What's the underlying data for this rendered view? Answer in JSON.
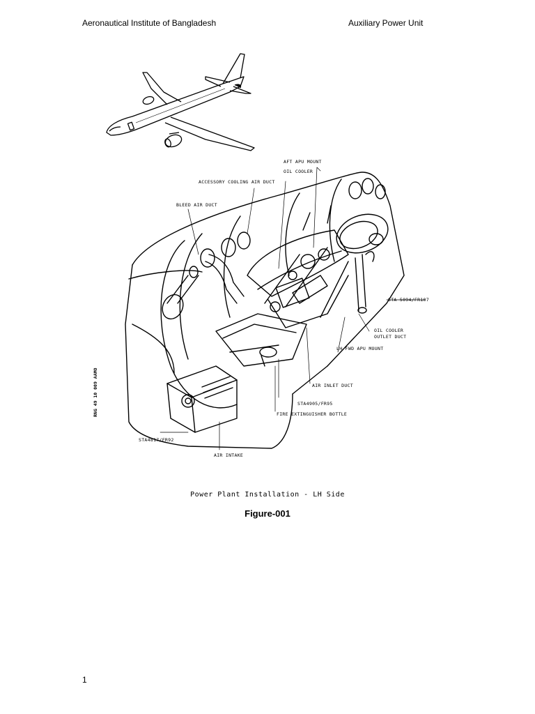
{
  "header": {
    "left": "Aeronautical Institute of Bangladesh",
    "right": "Auxiliary Power Unit"
  },
  "figure": {
    "callouts": {
      "aft_apu_mount": "AFT APU MOUNT",
      "oil_cooler": "OIL COOLER",
      "accessory_cooling_air_duct": "ACCESSORY COOLING AIR DUCT",
      "bleed_air_duct": "BLEED AIR DUCT",
      "sta_5094": "STA 5094/FR107",
      "oil_cooler_outlet_duct_1": "OIL COOLER",
      "oil_cooler_outlet_duct_2": "OUTLET DUCT",
      "lh_fwd_apu_mount": "LH FWD APU MOUNT",
      "air_inlet_duct": "AIR INLET DUCT",
      "sta_4905": "STA4905/FR95",
      "fire_extinguisher_bottle": "FIRE EXTINGUISHER BOTTLE",
      "sta_4817": "STA4817/FR92",
      "air_intake": "AIR INTAKE"
    },
    "side_code": "RNG 49 10 009 AAMO",
    "caption": "Power Plant Installation - LH Side",
    "label": "Figure-001"
  },
  "footer": {
    "page_number": "1"
  }
}
